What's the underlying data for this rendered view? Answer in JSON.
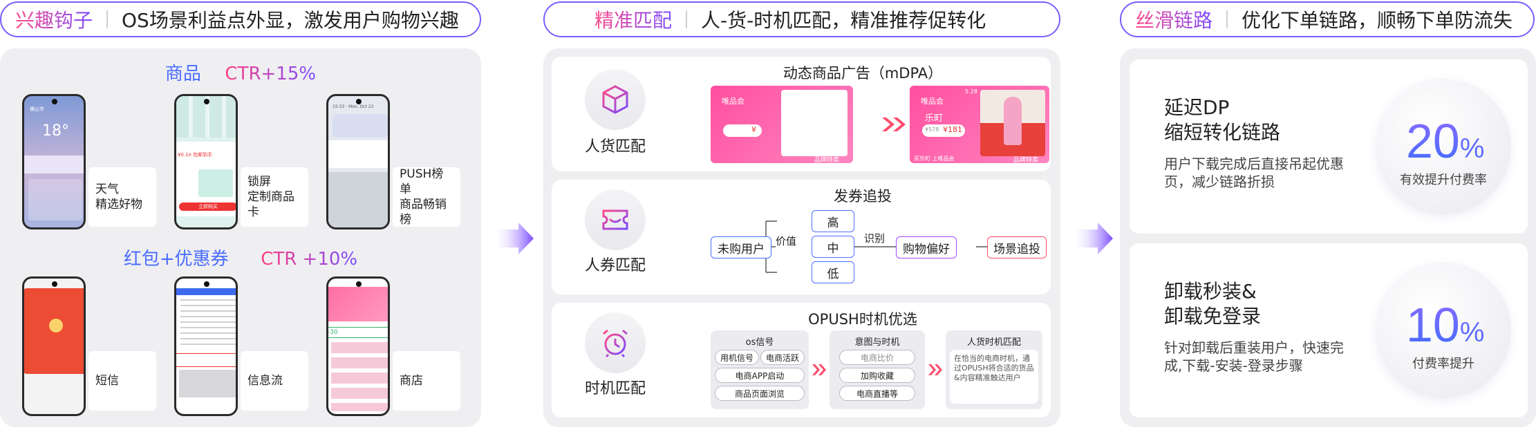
{
  "sections": [
    {
      "keyword": "兴趣钩子",
      "desc": "OS场景利益点外显，激发用户购物兴趣"
    },
    {
      "keyword": "精准匹配",
      "desc": "人-货-时机匹配，精准推荐促转化"
    },
    {
      "keyword": "丝滑链路",
      "desc": "优化下单链路，顺畅下单防流失"
    }
  ],
  "left": {
    "group1": {
      "title": "商品",
      "ctr": "CTR+15%"
    },
    "group2": {
      "title": "红包+优惠券",
      "ctr": "CTR +10%"
    },
    "items": [
      {
        "line1": "天气",
        "line2": "精选好物"
      },
      {
        "line1": "锁屏",
        "line2": "定制商品卡"
      },
      {
        "line1": "PUSH榜单",
        "line2": "商品畅销榜"
      },
      {
        "line1": "短信",
        "line2": ""
      },
      {
        "line1": "信息流",
        "line2": ""
      },
      {
        "line1": "商店",
        "line2": ""
      }
    ],
    "weather_temp": "18°",
    "weather_city": "佛山市",
    "lockscreen_price": "¥0.1e 包邮到手",
    "lockscreen_btn": "立即购买",
    "push_time": "15:33 · Mon, Oct 23",
    "feed_price_badge": "-30"
  },
  "middle": {
    "rows": [
      {
        "label": "人货匹配",
        "title": "动态商品广告（mDPA）"
      },
      {
        "label": "人券匹配",
        "title": "发券追投"
      },
      {
        "label": "时机匹配",
        "title": "OPUSH时机优选"
      }
    ],
    "mdpa": {
      "left_brand": "唯品会",
      "left_price": "¥",
      "left_tag": "品牌特卖",
      "right_brand": "唯品会",
      "right_store": "乐町",
      "right_price_old": "¥578",
      "right_price": "¥181",
      "right_tag": "品牌特卖",
      "right_footer": "买乐町 上唯品会",
      "right_badge": "5.28"
    },
    "coupon": {
      "source": "未购用户",
      "value_label": "价值",
      "levels": [
        "高",
        "中",
        "低"
      ],
      "identify_label": "识别",
      "preference": "购物偏好",
      "target": "场景追投"
    },
    "opush": {
      "col1": {
        "title": "os信号",
        "chips": [
          "用机信号",
          "电商活跃",
          "电商APP启动",
          "商品页面浏览"
        ]
      },
      "col2": {
        "title": "意图与时机",
        "chips": [
          "电商比价",
          "加购收藏",
          "电商直播等"
        ]
      },
      "col3": {
        "title": "人货时机匹配",
        "text": "在恰当的电商时机，通过OPUSH将合适的货品&内容精准触达用户"
      }
    }
  },
  "right": {
    "cards": [
      {
        "title1": "延迟DP",
        "title2": "缩短转化链路",
        "desc": "用户下载完成后直接吊起优惠页，减少链路折损",
        "stat_num": "20",
        "stat_unit": "%",
        "stat_label": "有效提升付费率"
      },
      {
        "title1": "卸载秒装&",
        "title2": "卸载免登录",
        "desc": "针对卸载后重装用户，快速完成,下载-安装-登录步骤",
        "stat_num": "10",
        "stat_unit": "%",
        "stat_label": "付费率提升"
      }
    ]
  },
  "colors": {
    "accent_pink": "#ff3d7f",
    "accent_purple": "#7a4bff",
    "accent_blue": "#4a6cff",
    "panel_bg": "#efeff2"
  }
}
